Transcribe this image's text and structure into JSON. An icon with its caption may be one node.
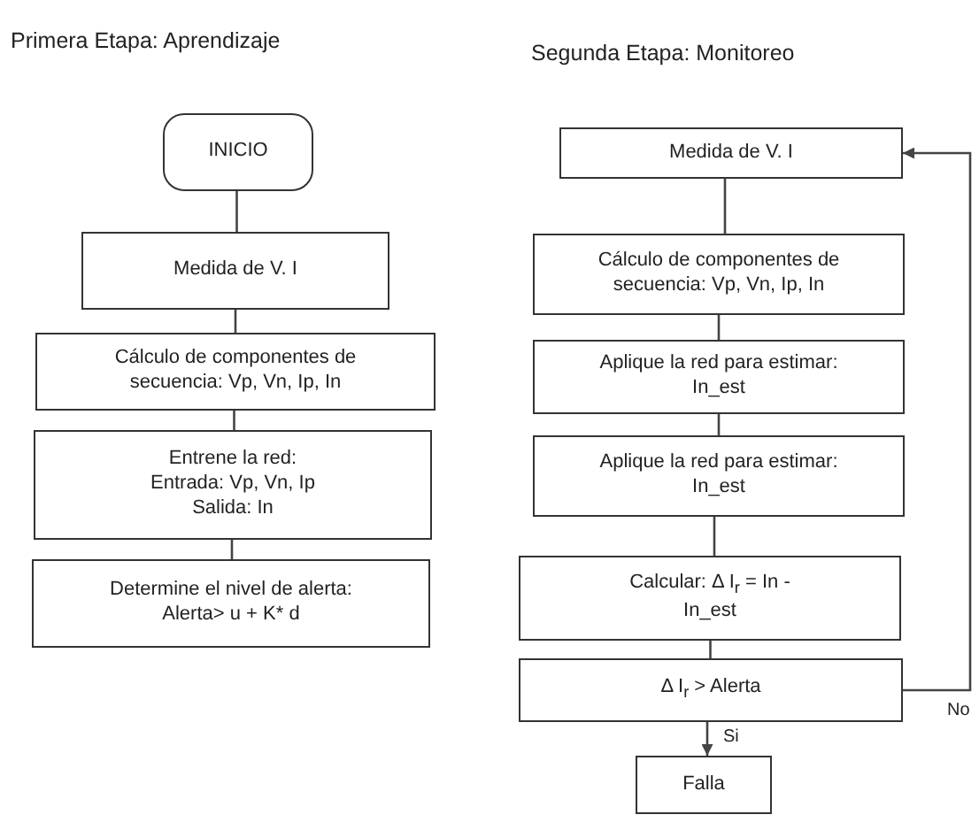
{
  "diagram": {
    "nodes": [
      {
        "text": [
          "INICIO"
        ]
      },
      {
        "text": [
          "Medida de V. I"
        ]
      },
      {
        "text": [
          "Cálculo de componentes de secuencia: Vp, Vn, Ip, In"
        ]
      },
      {
        "text": [
          "Entrene la red: Entrada: Vp, Vn, Ip Salida: In"
        ]
      },
      {
        "text": [
          "Determine el nivel de alerta: Alerta> u + K* d"
        ]
      },
      {
        "text": [
          "Medida de V. I"
        ]
      },
      {
        "text": [
          "Cálculo de componentes de secuencia: Vp, Vn, Ip, In"
        ]
      },
      {
        "text": [
          "Aplique la red para estimar: In_est"
        ]
      },
      {
        "text": [
          "Aplique la red para estimar: In_est"
        ]
      },
      {
        "text": [
          "Calcular: Δ I$_{r}$ = In - In_est"
        ]
      },
      {
        "text": [
          "Δ I$_{r}$ > Alerta"
        ]
      },
      {
        "text": [
          "Falla"
        ]
      }
    ],
    "edges": [
      {
        "from": 0,
        "to": 1,
        "arrow": "none"
      },
      {
        "from": 1,
        "to": 2,
        "arrow": "none"
      },
      {
        "from": 2,
        "to": 3,
        "arrow": "none"
      },
      {
        "from": 3,
        "to": 4,
        "arrow": "none"
      },
      {
        "from": 5,
        "to": 6,
        "arrow": "none"
      },
      {
        "from": 6,
        "to": 7,
        "arrow": "none"
      },
      {
        "from": 7,
        "to": 8,
        "arrow": "none"
      },
      {
        "from": 8,
        "to": 9,
        "arrow": "none"
      },
      {
        "from": 9,
        "to": 10,
        "arrow": "none"
      },
      {
        "from": 10,
        "to": 11,
        "arrow": "to",
        "label": "Si"
      },
      {
        "from": 10,
        "to": 5,
        "arrow": "to",
        "label": "No"
      }
    ],
    "labels": [
      "Primera Etapa: Aprendizaje",
      "Segunda Etapa: Monitoreo"
    ]
  }
}
